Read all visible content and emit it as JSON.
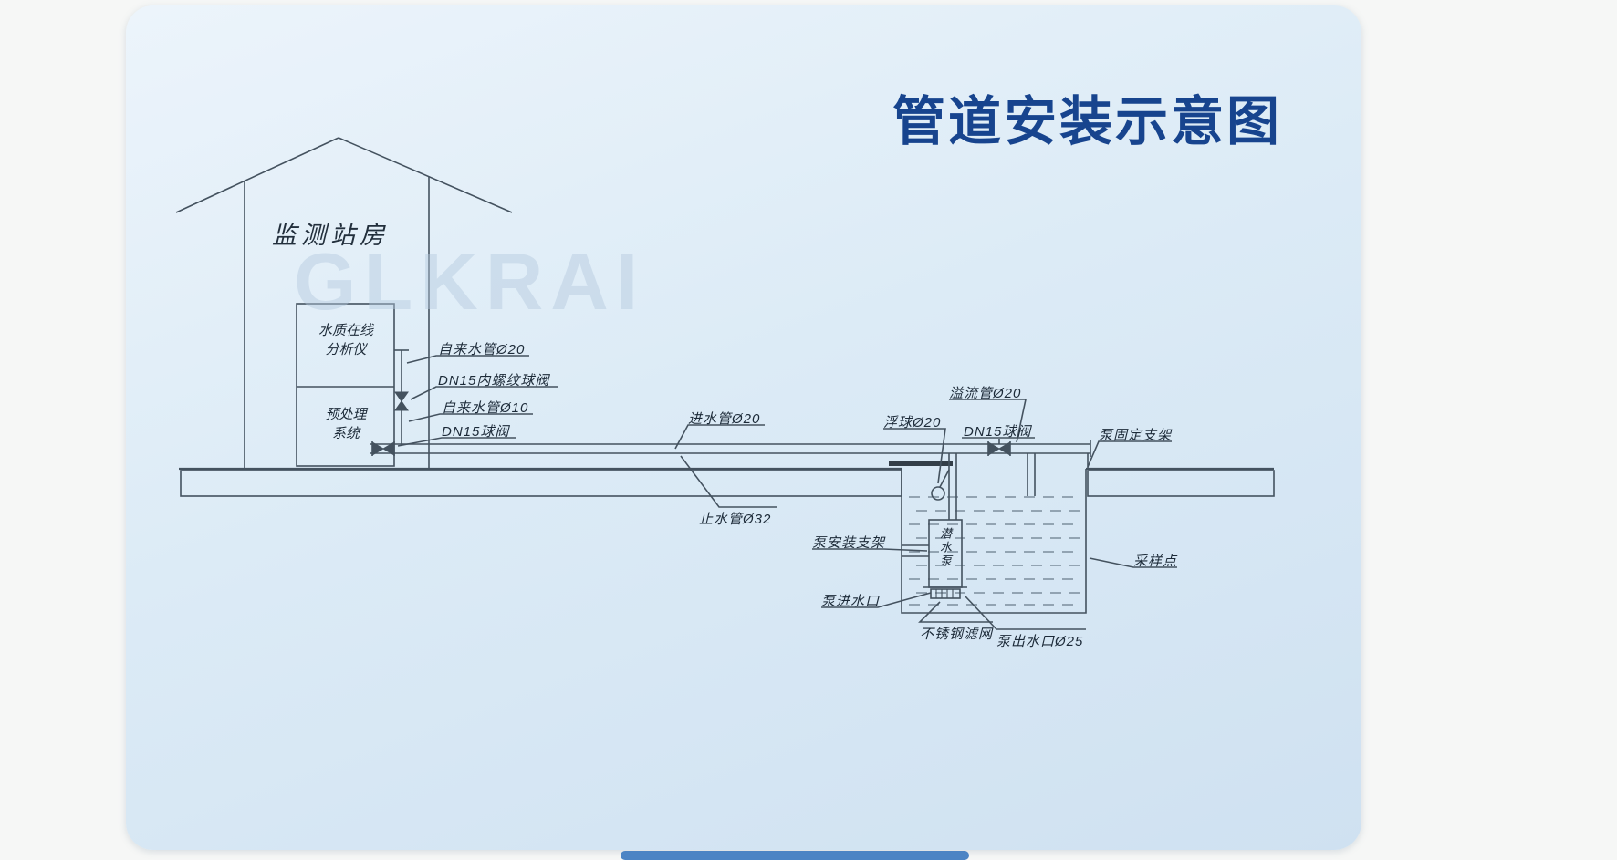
{
  "page": {
    "title": "管道安装示意图",
    "watermark": "GLKRAI"
  },
  "house": {
    "label": "监测站房",
    "analyzer_line1": "水质在线",
    "analyzer_line2": "分析仪",
    "pretreat_line1": "预处理",
    "pretreat_line2": "系统"
  },
  "labels": {
    "tap_water_pipe_20": "自来水管Ø20",
    "dn15_internal_thread_ball_valve": "DN15内螺纹球阀",
    "tap_water_pipe_10": "自来水管Ø10",
    "dn15_ball_valve_left": "DN15球阀",
    "inlet_pipe_20": "进水管Ø20",
    "stop_water_pipe_32": "止水管Ø32",
    "overflow_pipe_20": "溢流管Ø20",
    "float_ball_20": "浮球Ø20",
    "dn15_ball_valve_right": "DN15球阀",
    "pump_fixing_bracket": "泵固定支架",
    "sampling_point": "采样点",
    "pump_mounting_bracket": "泵安装支架",
    "submersible_pump": "潜水泵",
    "pump_water_inlet": "泵进水口",
    "stainless_steel_filter": "不锈钢滤网",
    "pump_water_outlet_25": "泵出水口Ø25"
  }
}
